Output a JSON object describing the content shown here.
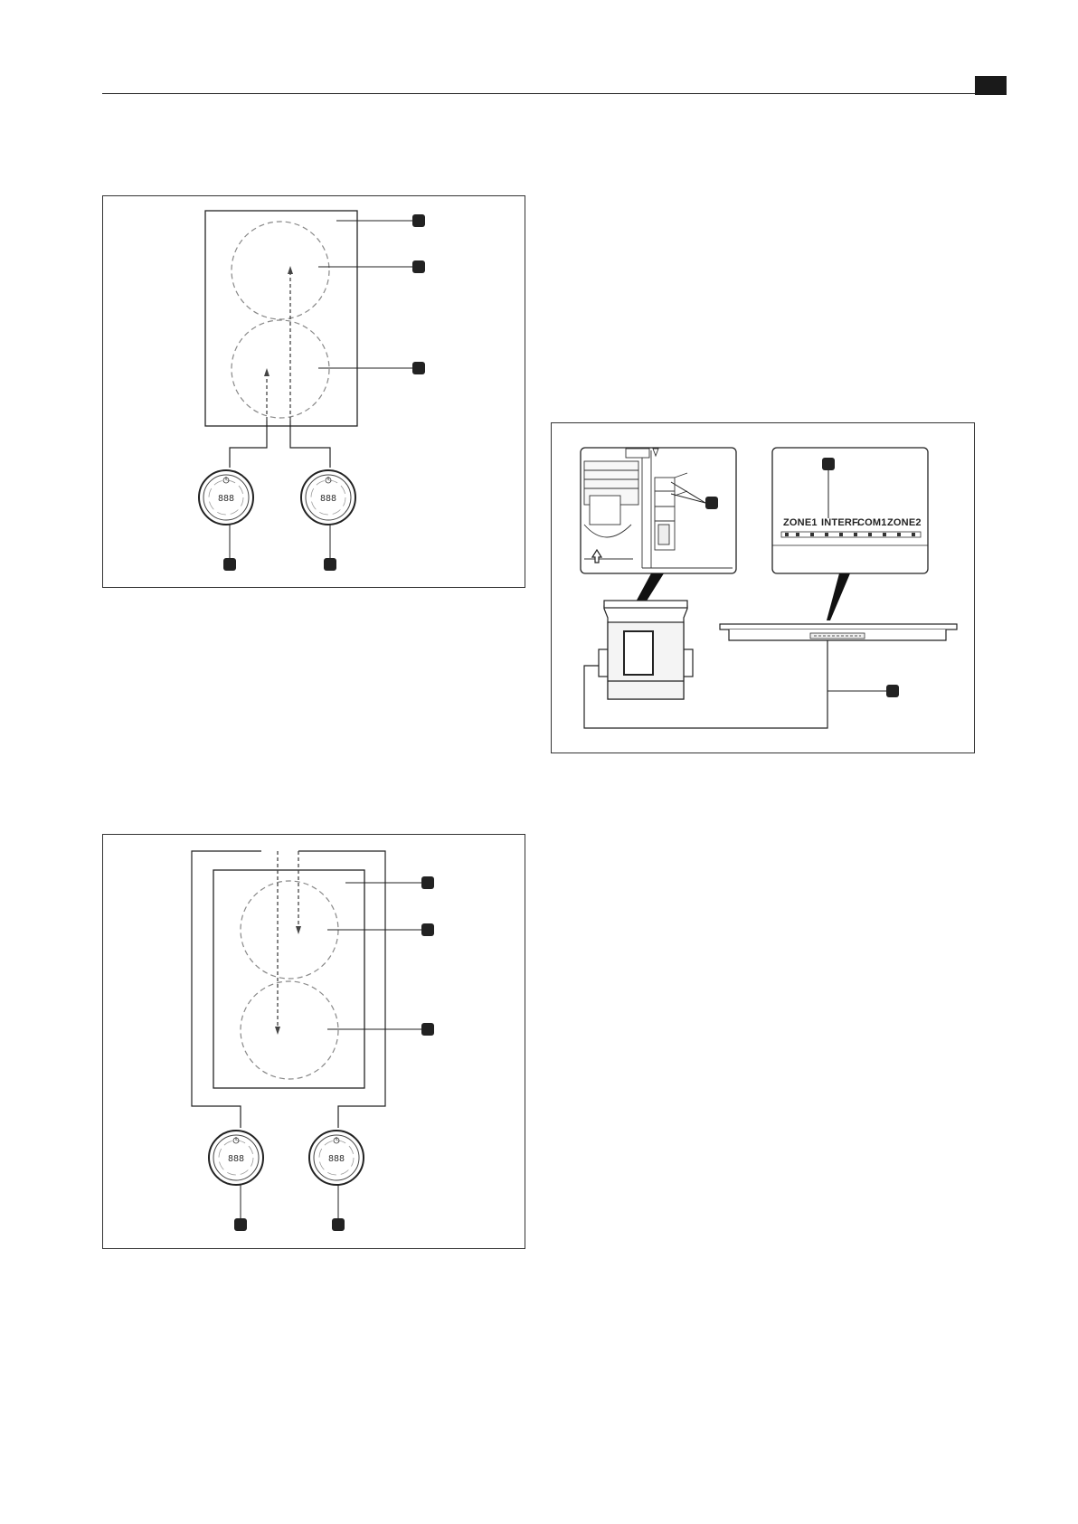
{
  "header": {
    "tab_color": "#1a1a1a"
  },
  "figures": {
    "top_left": {
      "knob_displays": [
        "888",
        "888"
      ]
    },
    "connection": {
      "terminal_labels": [
        "ZONE1",
        "INTERF.",
        "COM1",
        "ZONE2"
      ]
    },
    "bottom_left": {
      "knob_displays": [
        "888",
        "888"
      ]
    }
  },
  "icons": [
    "callout-marker-icon",
    "power-symbol-icon",
    "arrow-up-icon",
    "warning-icon"
  ]
}
